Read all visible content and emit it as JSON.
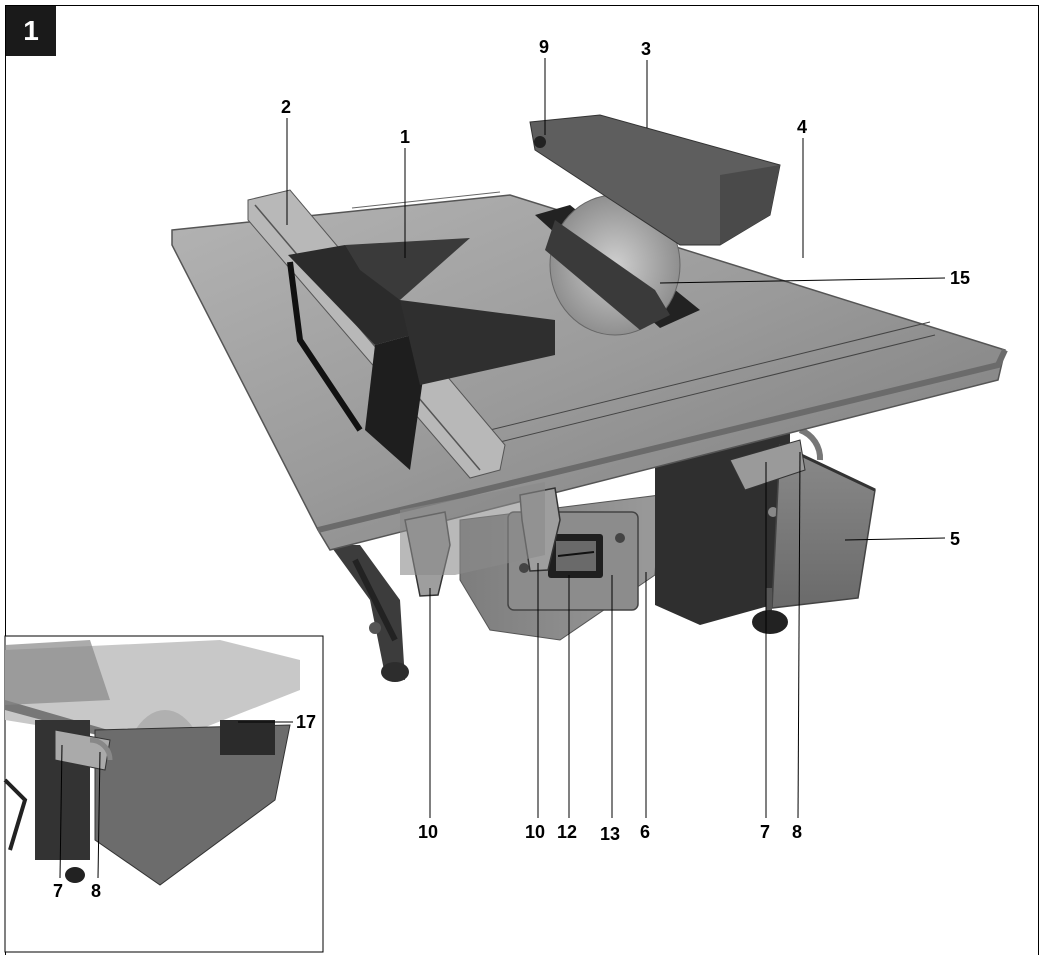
{
  "figure": {
    "number": "1"
  },
  "callouts": {
    "c1": "1",
    "c2": "2",
    "c3": "3",
    "c4": "4",
    "c5": "5",
    "c6": "6",
    "c7": "7",
    "c8": "8",
    "c9": "9",
    "c10a": "10",
    "c10b": "10",
    "c12": "12",
    "c13": "13",
    "c15": "15",
    "inset_c7": "7",
    "inset_c8": "8",
    "inset_c17": "17"
  },
  "colors": {
    "table_top": "#9c9c9c",
    "dark_metal": "#3a3a3a",
    "tray": "#7d7d7d",
    "motor_housing": "#8e8e8e"
  }
}
